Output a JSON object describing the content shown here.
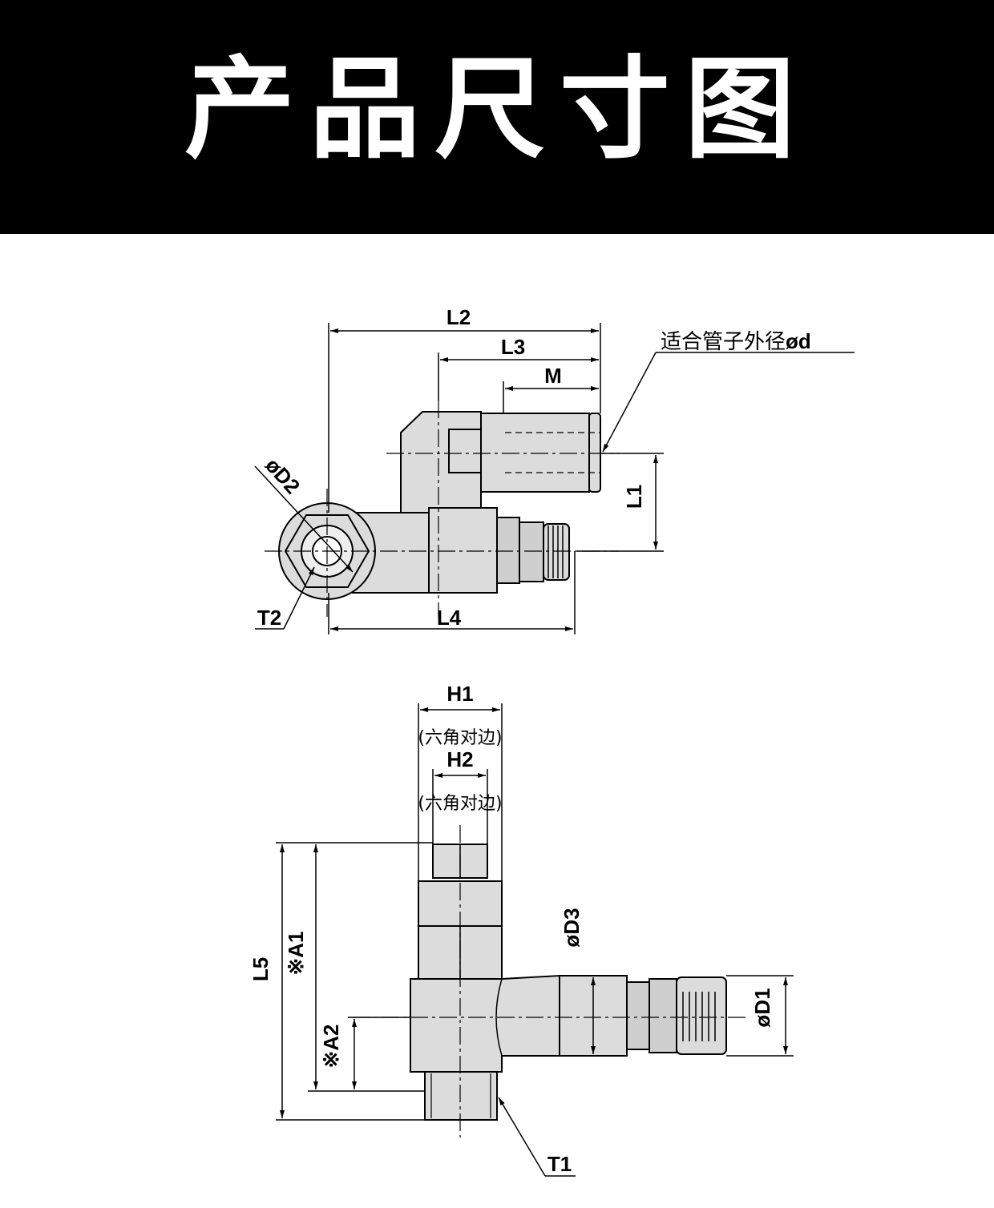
{
  "header": {
    "title": "产品尺寸图"
  },
  "labels": {
    "L2": "L2",
    "L3": "L3",
    "M": "M",
    "L1": "L1",
    "L4": "L4",
    "D2": "øD2",
    "T2": "T2",
    "tube_note_text": "适合管子外径",
    "tube_note_symbol": "ød",
    "H1": "H1",
    "H1_note": "(六角对边)",
    "H2": "H2",
    "H2_note": "(六角对边)",
    "L5": "L5",
    "A1": "※A1",
    "A2": "※A2",
    "D3": "øD3",
    "D1": "øD1",
    "T1": "T1"
  },
  "colors": {
    "banner_bg": "#000000",
    "banner_text": "#ffffff",
    "part_fill": "#dcdcdc"
  }
}
